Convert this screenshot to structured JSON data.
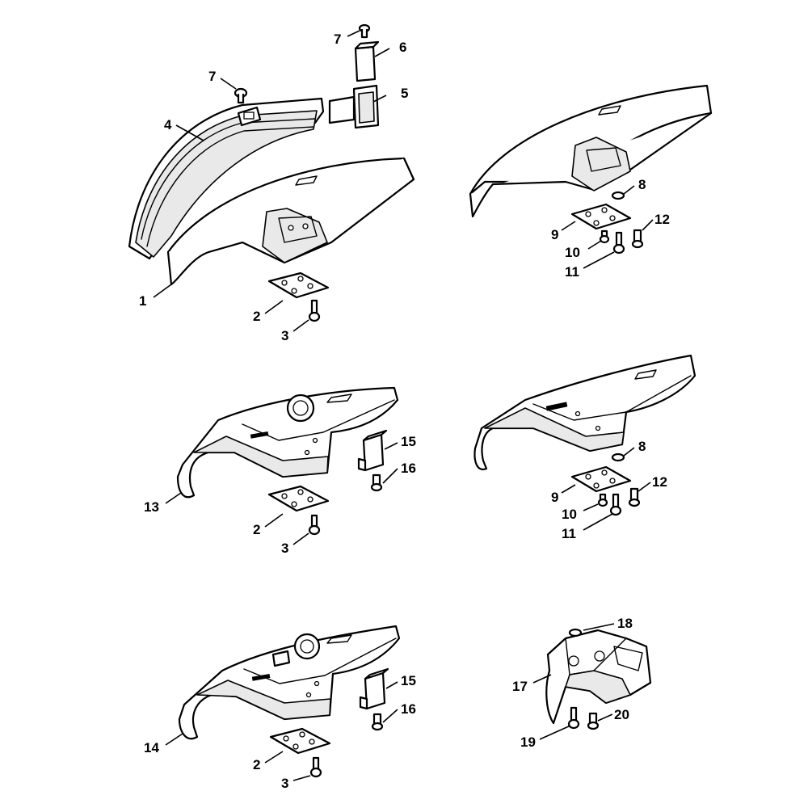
{
  "callouts": {
    "c1": "1",
    "c2": "2",
    "c3": "3",
    "c4": "4",
    "c5": "5",
    "c6": "6",
    "c7a": "7",
    "c7b": "7",
    "c8a": "8",
    "c9a": "9",
    "c10a": "10",
    "c11a": "11",
    "c12a": "12",
    "c2b": "2",
    "c3b": "3",
    "c13": "13",
    "c15a": "15",
    "c16a": "16",
    "c8b": "8",
    "c9b": "9",
    "c10b": "10",
    "c11b": "11",
    "c12b": "12",
    "c2c": "2",
    "c3c": "3",
    "c14": "14",
    "c15b": "15",
    "c16b": "16",
    "c17": "17",
    "c18": "18",
    "c19": "19",
    "c20": "20"
  }
}
